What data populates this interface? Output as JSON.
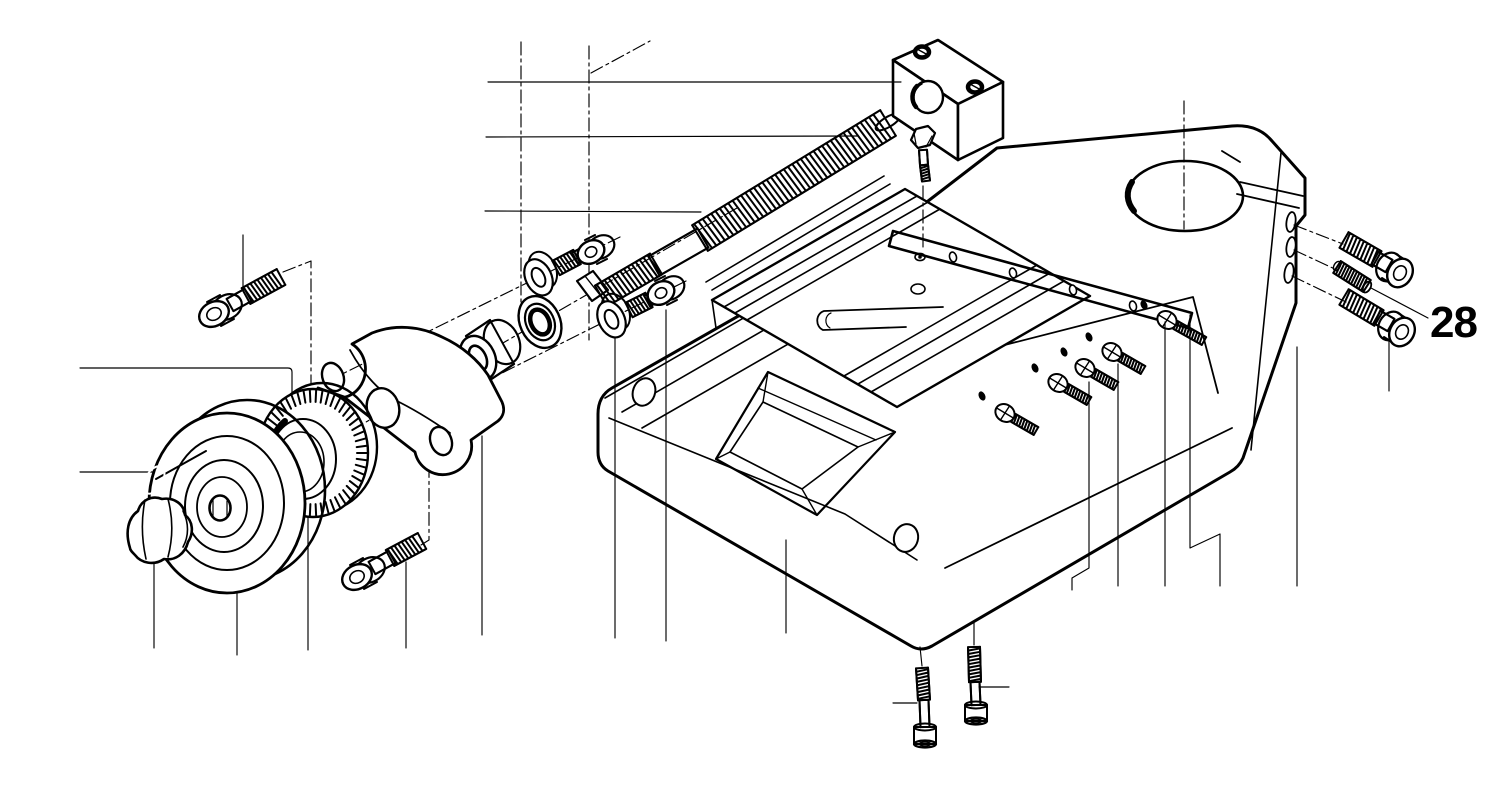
{
  "figure": {
    "kind": "technical-exploded-view-diagram",
    "subject": "machine vise exploded parts drawing",
    "background_color": "#ffffff",
    "line_color": "#000000",
    "style": "monochrome line art with leader lines and dash-dot centerlines"
  },
  "callout": {
    "number": "28",
    "points_to": "set-screw"
  },
  "parts": [
    {
      "name": "vise-body",
      "desc": "main cast body with bore, pocket and mounting holes"
    },
    {
      "name": "movable-jaw",
      "desc": "sliding jaw block with slot and bolt hole"
    },
    {
      "name": "gib-rail",
      "desc": "thin guide strip with four holes"
    },
    {
      "name": "jaw-plate-screws",
      "count": 5,
      "desc": "pan head screws with dark pilot holes"
    },
    {
      "name": "lead-screw",
      "desc": "long threaded spindle with square end"
    },
    {
      "name": "nut-block",
      "desc": "rectangular nut block with threaded bore and two top screws"
    },
    {
      "name": "hex-bolt",
      "desc": "small hex bolt above jaw hole"
    },
    {
      "name": "handwheel",
      "desc": "handwheel with black handle and acorn nut"
    },
    {
      "name": "graduated-dial",
      "desc": "knurled graduated collar"
    },
    {
      "name": "bearing-bracket",
      "desc": "end flange with two bolt holes and oval opening"
    },
    {
      "name": "spacer-bushing",
      "desc": "cylindrical spacer"
    },
    {
      "name": "bearing",
      "desc": "ring bearing"
    },
    {
      "name": "washers",
      "count": 2
    },
    {
      "name": "socket-head-cap-screws",
      "count": 6
    },
    {
      "name": "set-screw",
      "desc": "short threaded stud labelled 28"
    },
    {
      "name": "base-cap-screws",
      "count": 2,
      "desc": "long vertical cap screws below body"
    }
  ]
}
